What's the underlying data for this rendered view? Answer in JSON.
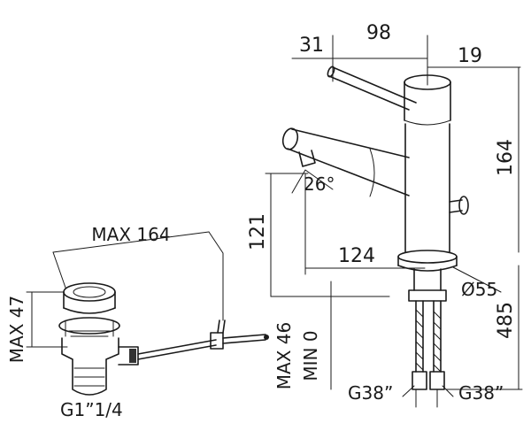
{
  "labels": {
    "dim_31": "31",
    "dim_98": "98",
    "dim_19": "19",
    "dim_164": "164",
    "dim_121": "121",
    "dim_26deg": "26°",
    "dim_124": "124",
    "dim_d55": "Ø55",
    "dim_485": "485",
    "dim_max46": "MAX 46",
    "dim_min0": "MIN 0",
    "dim_g38_left": "G38”",
    "dim_g38_right": "G38”",
    "dim_max164": "MAX 164",
    "dim_max47": "MAX 47",
    "dim_g1_1_4": "G1”1/4"
  }
}
